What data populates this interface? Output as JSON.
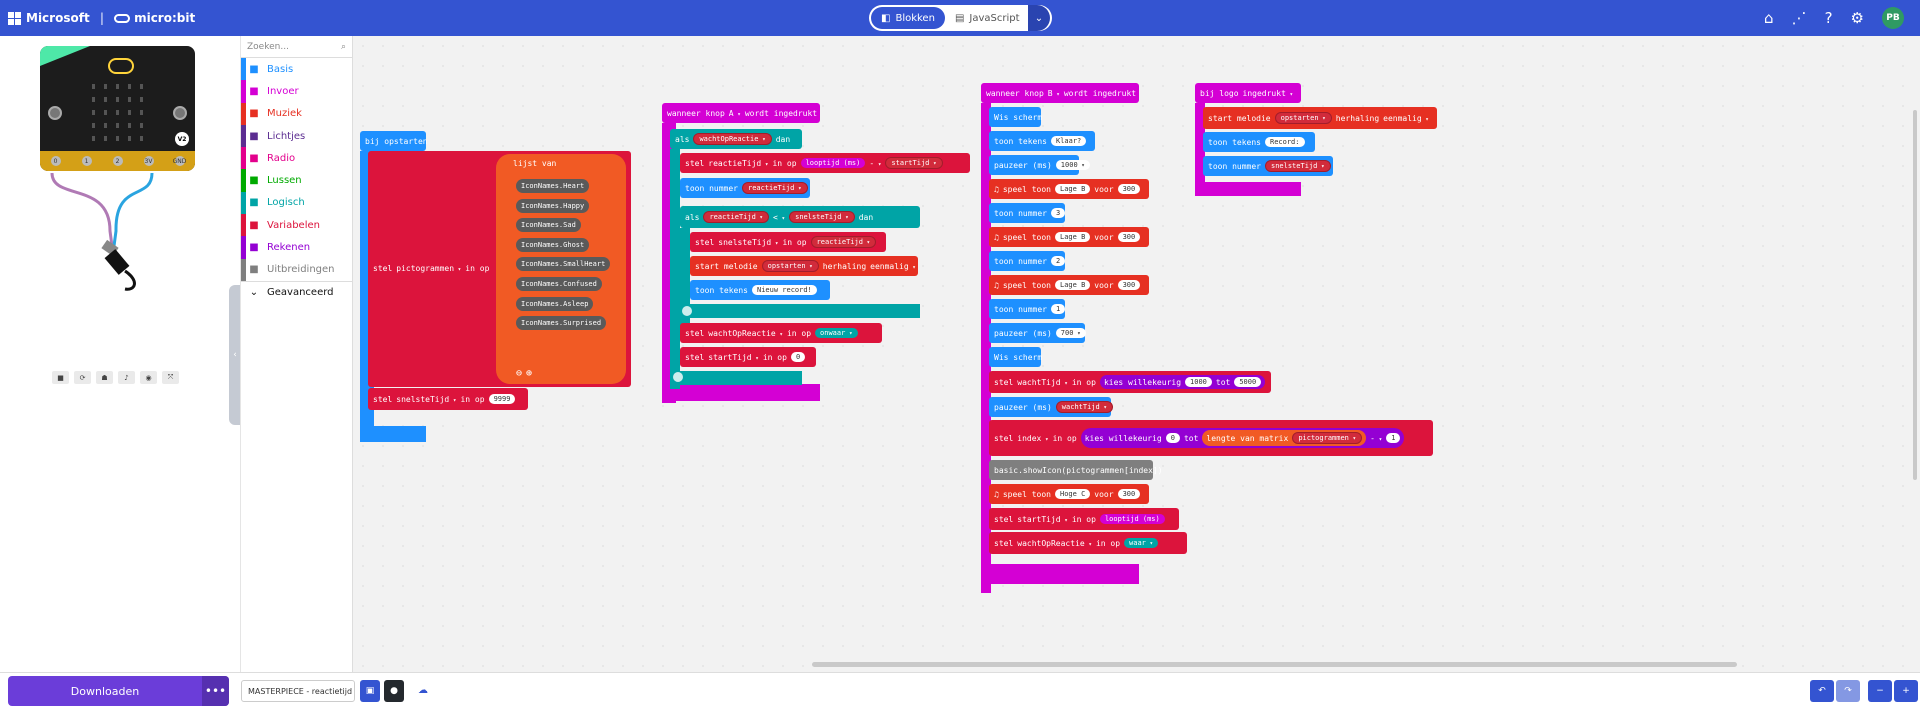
{
  "header": {
    "brand_ms": "Microsoft",
    "brand_mb": "micro:bit",
    "tab_blocks": "Blokken",
    "tab_js": "JavaScript",
    "avatar_initials": "PB",
    "accent": "#3454d1"
  },
  "toolbox": {
    "search_placeholder": "Zoeken...",
    "categories": [
      {
        "label": "Basis",
        "color": "#1e90ff",
        "icon": "grid-icon"
      },
      {
        "label": "Invoer",
        "color": "#d400d4",
        "icon": "target-icon"
      },
      {
        "label": "Muziek",
        "color": "#e63022",
        "icon": "headphones-icon"
      },
      {
        "label": "Lichtjes",
        "color": "#5c2d91",
        "icon": "toggle-icon"
      },
      {
        "label": "Radio",
        "color": "#e3008c",
        "icon": "signal-icon"
      },
      {
        "label": "Lussen",
        "color": "#00aa00",
        "icon": "refresh-icon"
      },
      {
        "label": "Logisch",
        "color": "#00a4a6",
        "icon": "shuffle-icon"
      },
      {
        "label": "Variabelen",
        "color": "#dc143c",
        "icon": "list-icon"
      },
      {
        "label": "Rekenen",
        "color": "#9400d3",
        "icon": "calculator-icon"
      },
      {
        "label": "Uitbreidingen",
        "color": "#7f7f7f",
        "icon": "plus-circle-icon"
      }
    ],
    "advanced": "Geavanceerd"
  },
  "simulator": {
    "pins": [
      "0",
      "1",
      "2",
      "3V",
      "GND"
    ],
    "version": "V2"
  },
  "blocks": {
    "start": {
      "header": "bij opstarten",
      "set1_kw": "stel",
      "set1_var": "pictogrammen",
      "set1_mid": "in op",
      "list_label": "lijst van",
      "icons": [
        "IconNames.Heart",
        "IconNames.Happy",
        "IconNames.Sad",
        "IconNames.Ghost",
        "IconNames.SmallHeart",
        "IconNames.Confused",
        "IconNames.Asleep",
        "IconNames.Surprised"
      ],
      "set2_kw": "stel",
      "set2_var": "snelsteTijd",
      "set2_mid": "in op",
      "set2_val": "9999"
    },
    "button_a": {
      "header_pre": "wanneer knop",
      "header_btn": "A",
      "header_post": "wordt ingedrukt",
      "if_kw": "als",
      "if_var": "wachtOpReactie",
      "if_then": "dan",
      "r1_kw": "stel",
      "r1_var": "reactieTijd",
      "r1_mid": "in op",
      "r1_fn": "looptijd (ms)",
      "r1_op": "-",
      "r1_var2": "startTijd",
      "r2_kw": "toon nummer",
      "r2_var": "reactieTijd",
      "if2_kw": "als",
      "if2_var": "reactieTijd",
      "if2_op": "<",
      "if2_var2": "snelsteTijd",
      "if2_then": "dan",
      "r3_kw": "stel",
      "r3_var": "snelsteTijd",
      "r3_mid": "in op",
      "r3_val": "reactieTijd",
      "r4_kw": "start melodie",
      "r4_mel": "opstarten",
      "r4_mid": "herhaling",
      "r4_rep": "eenmalig",
      "r5_kw": "toon tekens",
      "r5_val": "Nieuw record!",
      "r6_kw": "stel",
      "r6_var": "wachtOpReactie",
      "r6_mid": "in op",
      "r6_val": "onwaar",
      "r7_kw": "stel",
      "r7_var": "startTijd",
      "r7_mid": "in op",
      "r7_val": "0"
    },
    "button_b": {
      "header_pre": "wanneer knop",
      "header_btn": "B",
      "header_post": "wordt ingedrukt",
      "clear1": "Wis scherm",
      "show_kw": "toon tekens",
      "show_val": "Klaar?",
      "pause_kw": "pauzeer (ms)",
      "pause_val": "1000",
      "tone_kw": "speel toon",
      "tone_note": "Lage B",
      "tone_for": "voor",
      "tone_dur": "300",
      "num_kw": "toon nummer",
      "n3": "3",
      "n2": "2",
      "n1": "1",
      "pause2_val": "700",
      "clear2": "Wis scherm",
      "rand_kw": "stel",
      "rand_var": "wachtTijd",
      "rand_mid": "in op",
      "rand_fn": "kies willekeurig",
      "rand_from": "1000",
      "rand_to_kw": "tot",
      "rand_to": "5000",
      "pause3_val": "wachtTijd",
      "idx_kw": "stel",
      "idx_var": "index",
      "idx_mid": "in op",
      "idx_fn": "kies willekeurig",
      "idx_from": "0",
      "idx_to_kw": "tot",
      "idx_len": "lengte van matrix",
      "idx_arr": "pictogrammen",
      "idx_op": "-",
      "idx_minus": "1",
      "js_line": "basic.showIcon(pictogrammen[index])",
      "tone2_note": "Hoge C",
      "tone2_dur": "300",
      "st_kw": "stel",
      "st_var": "startTijd",
      "st_mid": "in op",
      "st_fn": "looptijd (ms)",
      "wr_kw": "stel",
      "wr_var": "wachtOpReactie",
      "wr_mid": "in op",
      "wr_val": "waar"
    },
    "logo": {
      "header_pre": "bij logo",
      "header_post": "ingedrukt",
      "mel_kw": "start melodie",
      "mel_val": "opstarten",
      "mel_mid": "herhaling",
      "mel_rep": "eenmalig",
      "show_kw": "toon tekens",
      "show_val": "Record:",
      "num_kw": "toon nummer",
      "num_var": "snelsteTijd"
    }
  },
  "footer": {
    "download": "Downloaden",
    "more": "•••",
    "project_name": "MASTERPIECE - reactietijd"
  }
}
